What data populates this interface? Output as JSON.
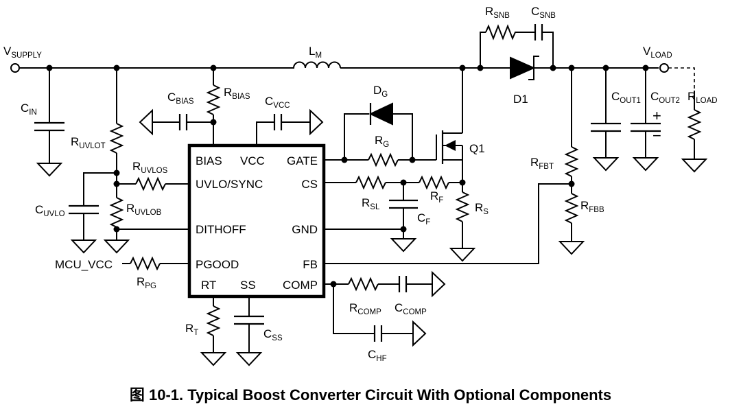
{
  "figure": {
    "caption": "图 10-1. Typical Boost Converter Circuit With Optional Components"
  },
  "ic": {
    "pins_left": [
      "BIAS",
      "UVLO/SYNC",
      "DITHOFF",
      "PGOOD",
      "RT"
    ],
    "pins_top": [
      "VCC",
      "GATE"
    ],
    "pins_right": [
      "CS",
      "GND",
      "FB",
      "COMP"
    ],
    "pins_bottom": [
      "SS"
    ]
  },
  "labels": {
    "vsupply": {
      "main": "V",
      "sub": "SUPPLY"
    },
    "vload": {
      "main": "V",
      "sub": "LOAD"
    },
    "lm": {
      "main": "L",
      "sub": "M"
    },
    "rsnb": {
      "main": "R",
      "sub": "SNB"
    },
    "csnb": {
      "main": "C",
      "sub": "SNB"
    },
    "d1": {
      "main": "D1"
    },
    "cin": {
      "main": "C",
      "sub": "IN"
    },
    "cbias": {
      "main": "C",
      "sub": "BIAS"
    },
    "rbias": {
      "main": "R",
      "sub": "BIAS"
    },
    "cvcc": {
      "main": "C",
      "sub": "VCC"
    },
    "dg": {
      "main": "D",
      "sub": "G"
    },
    "rg": {
      "main": "R",
      "sub": "G"
    },
    "q1": {
      "main": "Q1"
    },
    "ruvlot": {
      "main": "R",
      "sub": "UVLOT"
    },
    "ruvlos": {
      "main": "R",
      "sub": "UVLOS"
    },
    "ruvlob": {
      "main": "R",
      "sub": "UVLOB"
    },
    "cuvlo": {
      "main": "C",
      "sub": "UVLO"
    },
    "mcu": {
      "main": "MCU_VCC"
    },
    "rpg": {
      "main": "R",
      "sub": "PG"
    },
    "rsl": {
      "main": "R",
      "sub": "SL"
    },
    "rf": {
      "main": "R",
      "sub": "F"
    },
    "cf": {
      "main": "C",
      "sub": "F"
    },
    "rs": {
      "main": "R",
      "sub": "S"
    },
    "rfbt": {
      "main": "R",
      "sub": "FBT"
    },
    "rfbb": {
      "main": "R",
      "sub": "FBB"
    },
    "cout1": {
      "main": "C",
      "sub": "OUT1"
    },
    "cout2": {
      "main": "C",
      "sub": "OUT2"
    },
    "rload": {
      "main": "R",
      "sub": "LOAD"
    },
    "rt": {
      "main": "R",
      "sub": "T"
    },
    "css": {
      "main": "C",
      "sub": "SS"
    },
    "rcomp": {
      "main": "R",
      "sub": "COMP"
    },
    "ccomp": {
      "main": "C",
      "sub": "COMP"
    },
    "chf": {
      "main": "C",
      "sub": "HF"
    },
    "plus": "+",
    "minus": "−"
  }
}
